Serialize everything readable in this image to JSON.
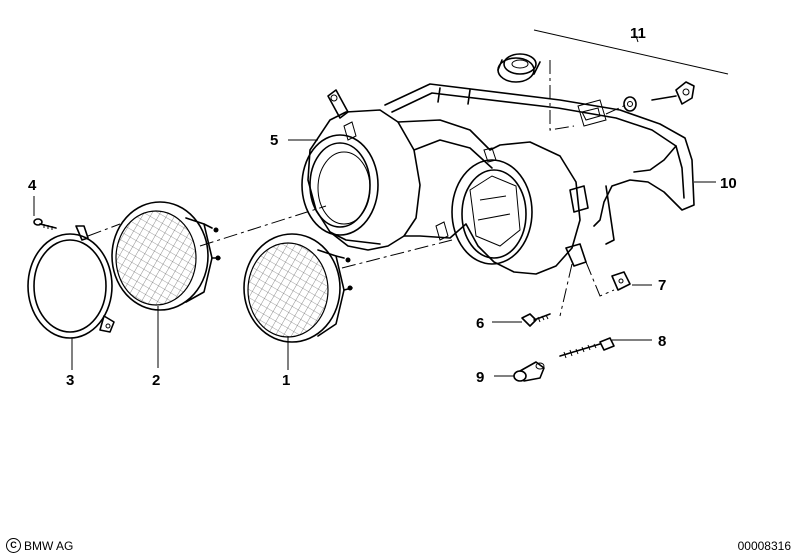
{
  "callouts": [
    {
      "id": "1",
      "label": "1"
    },
    {
      "id": "2",
      "label": "2"
    },
    {
      "id": "3",
      "label": "3"
    },
    {
      "id": "4",
      "label": "4"
    },
    {
      "id": "5",
      "label": "5"
    },
    {
      "id": "6",
      "label": "6"
    },
    {
      "id": "7",
      "label": "7"
    },
    {
      "id": "8",
      "label": "8"
    },
    {
      "id": "9",
      "label": "9"
    },
    {
      "id": "10",
      "label": "10"
    },
    {
      "id": "11",
      "label": "11"
    }
  ],
  "footer": {
    "copyright_text": "BMW AG",
    "document_number": "00008316"
  }
}
